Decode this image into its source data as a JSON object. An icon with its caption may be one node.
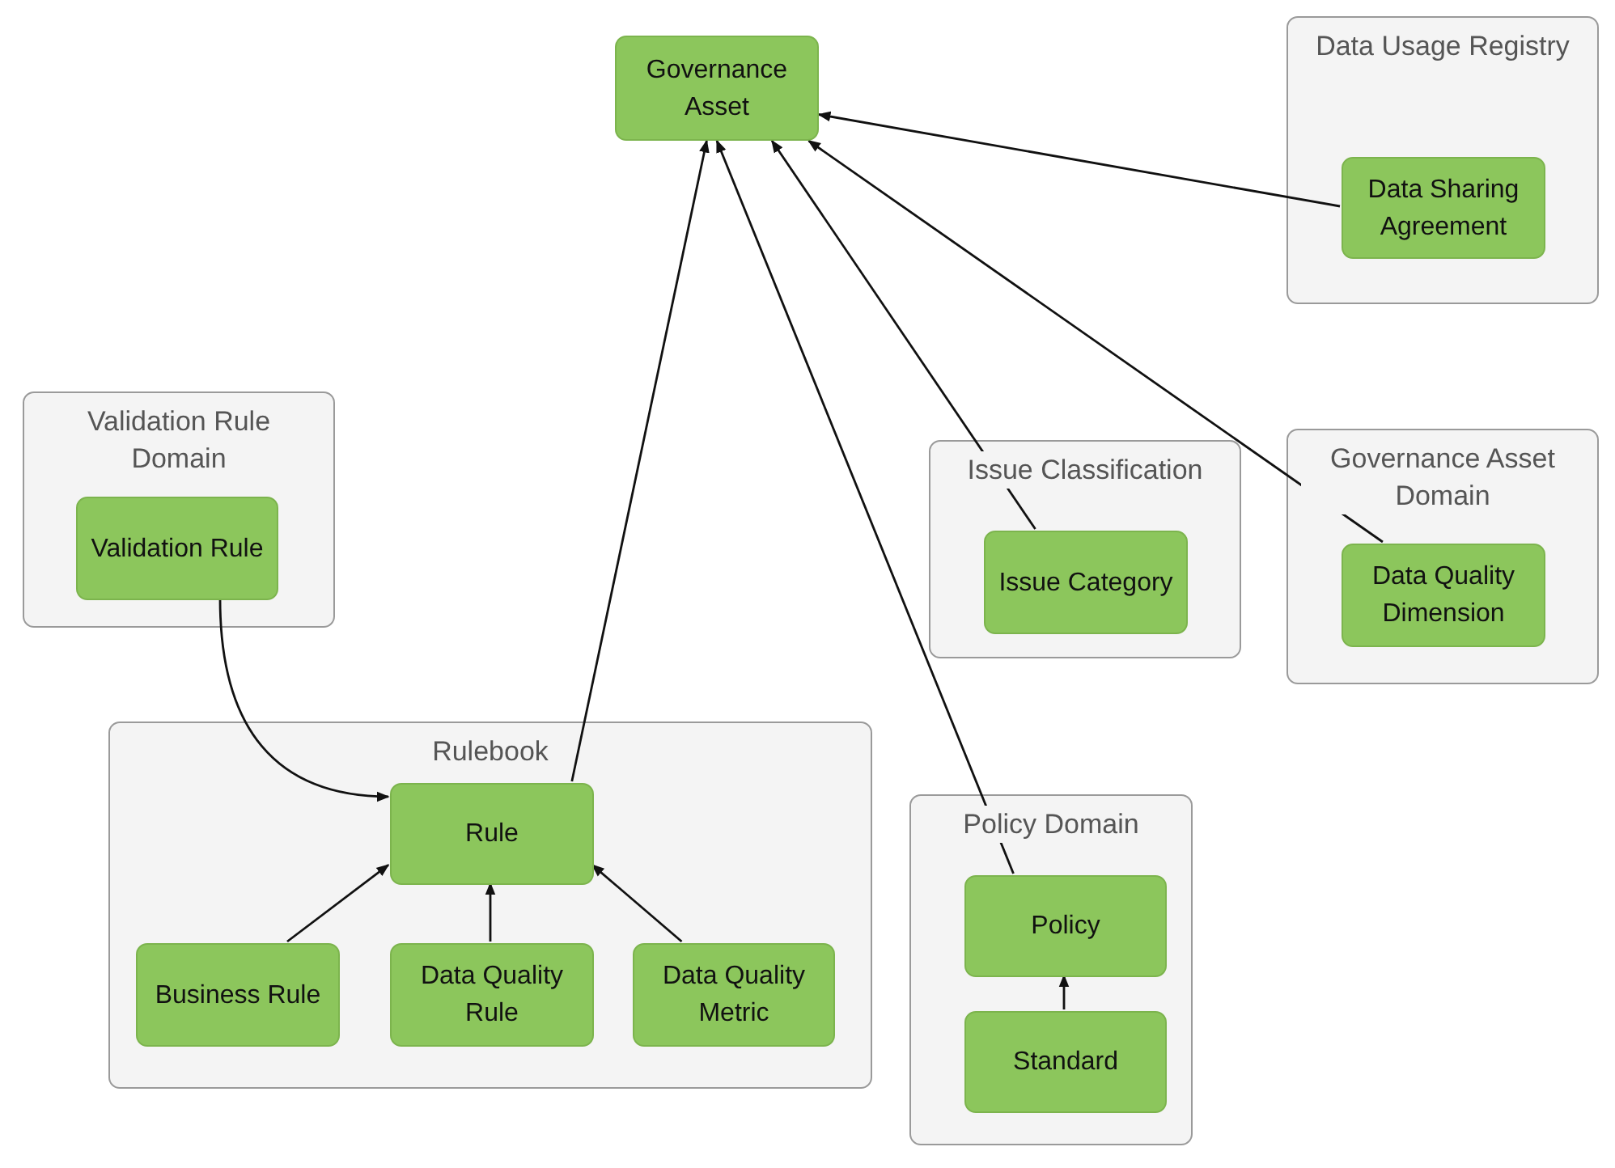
{
  "diagram": {
    "nodes": [
      {
        "text": [
          "Governance Asset"
        ]
      },
      {
        "text": [
          "Data Usage Registry"
        ]
      },
      {
        "text": [
          "Data Sharing Agreement"
        ],
        "in": 1
      },
      {
        "text": [
          "Validation Rule Domain"
        ]
      },
      {
        "text": [
          "Validation Rule"
        ],
        "in": 3
      },
      {
        "text": [
          "Issue Classification"
        ]
      },
      {
        "text": [
          "Issue Category"
        ],
        "in": 5
      },
      {
        "text": [
          "Governance Asset Domain"
        ]
      },
      {
        "text": [
          "Data Quality Dimension"
        ],
        "in": 7
      },
      {
        "text": [
          "Rulebook"
        ]
      },
      {
        "text": [
          "Rule"
        ],
        "in": 9
      },
      {
        "text": [
          "Business Rule"
        ],
        "in": 9
      },
      {
        "text": [
          "Data Quality Rule"
        ],
        "in": 9
      },
      {
        "text": [
          "Data Quality Metric"
        ],
        "in": 9
      },
      {
        "text": [
          "Policy Domain"
        ]
      },
      {
        "text": [
          "Policy"
        ],
        "in": 14
      },
      {
        "text": [
          "Standard"
        ],
        "in": 14
      }
    ],
    "edges": [
      {
        "from": 2,
        "to": 0,
        "arrow": "to"
      },
      {
        "from": 6,
        "to": 0,
        "arrow": "to"
      },
      {
        "from": 8,
        "to": 0,
        "arrow": "to"
      },
      {
        "from": 15,
        "to": 0,
        "arrow": "to"
      },
      {
        "from": 10,
        "to": 0,
        "arrow": "to"
      },
      {
        "from": 4,
        "to": 10,
        "arrow": "to"
      },
      {
        "from": 11,
        "to": 10,
        "arrow": "to"
      },
      {
        "from": 12,
        "to": 10,
        "arrow": "to"
      },
      {
        "from": 13,
        "to": 10,
        "arrow": "to"
      },
      {
        "from": 16,
        "to": 15,
        "arrow": "to"
      }
    ]
  }
}
